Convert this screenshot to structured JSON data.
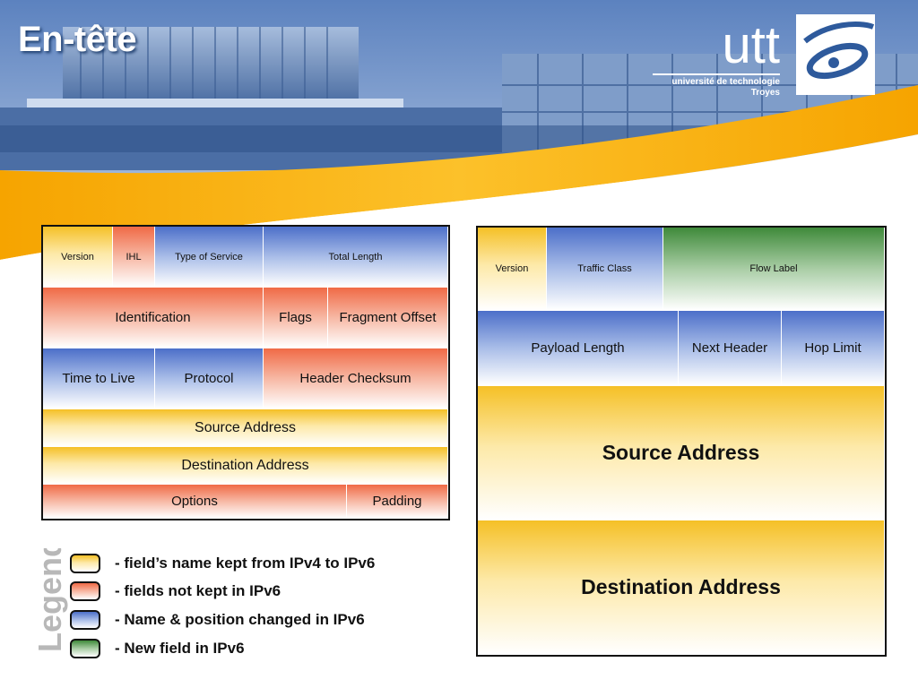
{
  "slide": {
    "title": "En-tête",
    "logo": {
      "name": "utt",
      "line1": "université de technologie",
      "line2": "Troyes"
    }
  },
  "ipv4_header": {
    "rows": [
      [
        {
          "label": "Version",
          "color": "yellow"
        },
        {
          "label": "IHL",
          "color": "red"
        },
        {
          "label": "Type of Service",
          "color": "blue"
        },
        {
          "label": "Total Length",
          "color": "blue"
        }
      ],
      [
        {
          "label": "Identification",
          "color": "red"
        },
        {
          "label": "Flags",
          "color": "red"
        },
        {
          "label": "Fragment Offset",
          "color": "red"
        }
      ],
      [
        {
          "label": "Time to Live",
          "color": "blue"
        },
        {
          "label": "Protocol",
          "color": "blue"
        },
        {
          "label": "Header Checksum",
          "color": "red"
        }
      ],
      [
        {
          "label": "Source Address",
          "color": "yellow"
        }
      ],
      [
        {
          "label": "Destination Address",
          "color": "yellow"
        }
      ],
      [
        {
          "label": "Options",
          "color": "red"
        },
        {
          "label": "Padding",
          "color": "red"
        }
      ]
    ]
  },
  "ipv6_header": {
    "rows": [
      [
        {
          "label": "Version",
          "color": "yellow"
        },
        {
          "label": "Traffic Class",
          "color": "blue"
        },
        {
          "label": "Flow Label",
          "color": "green"
        }
      ],
      [
        {
          "label": "Payload Length",
          "color": "blue"
        },
        {
          "label": "Next Header",
          "color": "blue"
        },
        {
          "label": "Hop Limit",
          "color": "blue"
        }
      ],
      [
        {
          "label": "Source Address",
          "color": "yellow"
        }
      ],
      [
        {
          "label": "Destination Address",
          "color": "yellow"
        }
      ]
    ]
  },
  "legend": {
    "title": "Legend",
    "items": [
      {
        "label": "- field’s name kept from IPv4 to IPv6",
        "color": "yellow"
      },
      {
        "label": "- fields not kept in IPv6",
        "color": "red"
      },
      {
        "label": "- Name & position changed in IPv6",
        "color": "blue"
      },
      {
        "label": "- New field in IPv6",
        "color": "green"
      }
    ]
  },
  "colors": {
    "yellow": "#f5c026",
    "red": "#f06a46",
    "blue": "#4c6fc9",
    "green": "#3f8a3a",
    "banner_blue": "#2e5a9c",
    "banner_orange": "#f5a800"
  }
}
